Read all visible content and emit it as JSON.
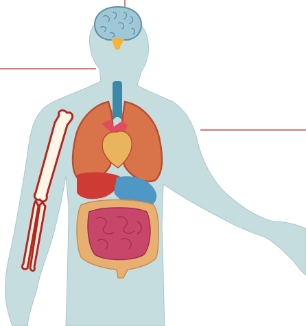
{
  "figure": {
    "subject": "human-anatomy-illustration",
    "organs": [
      "brain",
      "trachea",
      "lungs",
      "heart",
      "liver",
      "stomach",
      "small-intestine",
      "large-intestine",
      "arm-bones"
    ]
  },
  "colors": {
    "background": "#ffffff",
    "body": "#c6dde0",
    "body_outline": "#a9c6cb",
    "brain": "#9fc7d6",
    "brain_outline": "#5b8fa6",
    "brainstem": "#f2b53a",
    "trachea": "#3f87a8",
    "lungs": "#d9744a",
    "lungs_outline": "#b84e2d",
    "heart": "#e8b45e",
    "heart_vessels": "#e14d5e",
    "liver": "#cf3b34",
    "stomach": "#4f97c4",
    "small_intestine": "#c8466a",
    "large_intestine": "#e7b070",
    "bone": "#fff6ea",
    "bone_outline": "#b6251c",
    "leader_line": "#c0282b"
  }
}
